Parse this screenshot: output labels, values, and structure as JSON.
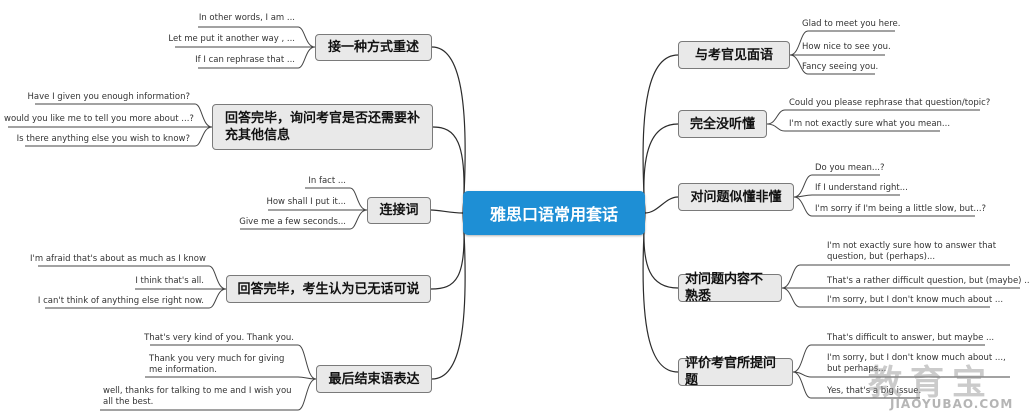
{
  "center": {
    "title": "雅思口语常用套话"
  },
  "left_branches": [
    {
      "label": "接一种方式重述",
      "items": [
        "In other words, I am ...",
        "Let me put it another way , ...",
        "If I can rephrase that ..."
      ]
    },
    {
      "label": "回答完毕，询问考官是否还需要补充其他信息",
      "items": [
        "Have I given you enough information?",
        "would you like me to tell you more about ...?",
        "Is there anything else you wish to know?"
      ]
    },
    {
      "label": "连接词",
      "items": [
        "In fact ...",
        "How shall I put it...",
        "Give me a few seconds..."
      ]
    },
    {
      "label": "回答完毕，考生认为已无话可说",
      "items": [
        "I'm afraid that's about as much as I know",
        "I think that's all.",
        "I can't think of anything else right now."
      ]
    },
    {
      "label": "最后结束语表达",
      "items": [
        "That's very kind of you. Thank you.",
        "Thank you very much for giving me information.",
        "well, thanks for talking to me and I wish you all the best."
      ]
    }
  ],
  "right_branches": [
    {
      "label": "与考官见面语",
      "items": [
        "Glad to meet you here.",
        "How nice to see you.",
        "Fancy seeing you."
      ]
    },
    {
      "label": "完全没听懂",
      "items": [
        "Could you please rephrase that question/topic?",
        "I'm not exactly sure what you mean..."
      ]
    },
    {
      "label": "对问题似懂非懂",
      "items": [
        "Do you mean...?",
        "If I understand right...",
        "I'm sorry if I'm being a little slow, but...?"
      ]
    },
    {
      "label": "对问题内容不熟悉",
      "items": [
        "I'm not exactly sure how to answer that question, but (perhaps)...",
        "That's a rather difficult question, but (maybe) ...",
        "I'm sorry, but I don't know much about ..."
      ]
    },
    {
      "label": "评价考官所提问题",
      "items": [
        "That's difficult to answer, but maybe ...",
        "I'm sorry, but I don't know much about ..., but perhaps...",
        "Yes, that's a big issue."
      ]
    }
  ],
  "watermark": {
    "text": "教育宝",
    "url": "JIAOYUBAO.COM"
  },
  "colors": {
    "center_bg": "#1e8fd5",
    "topic_bg": "#e9e9e9",
    "line": "#333333"
  }
}
